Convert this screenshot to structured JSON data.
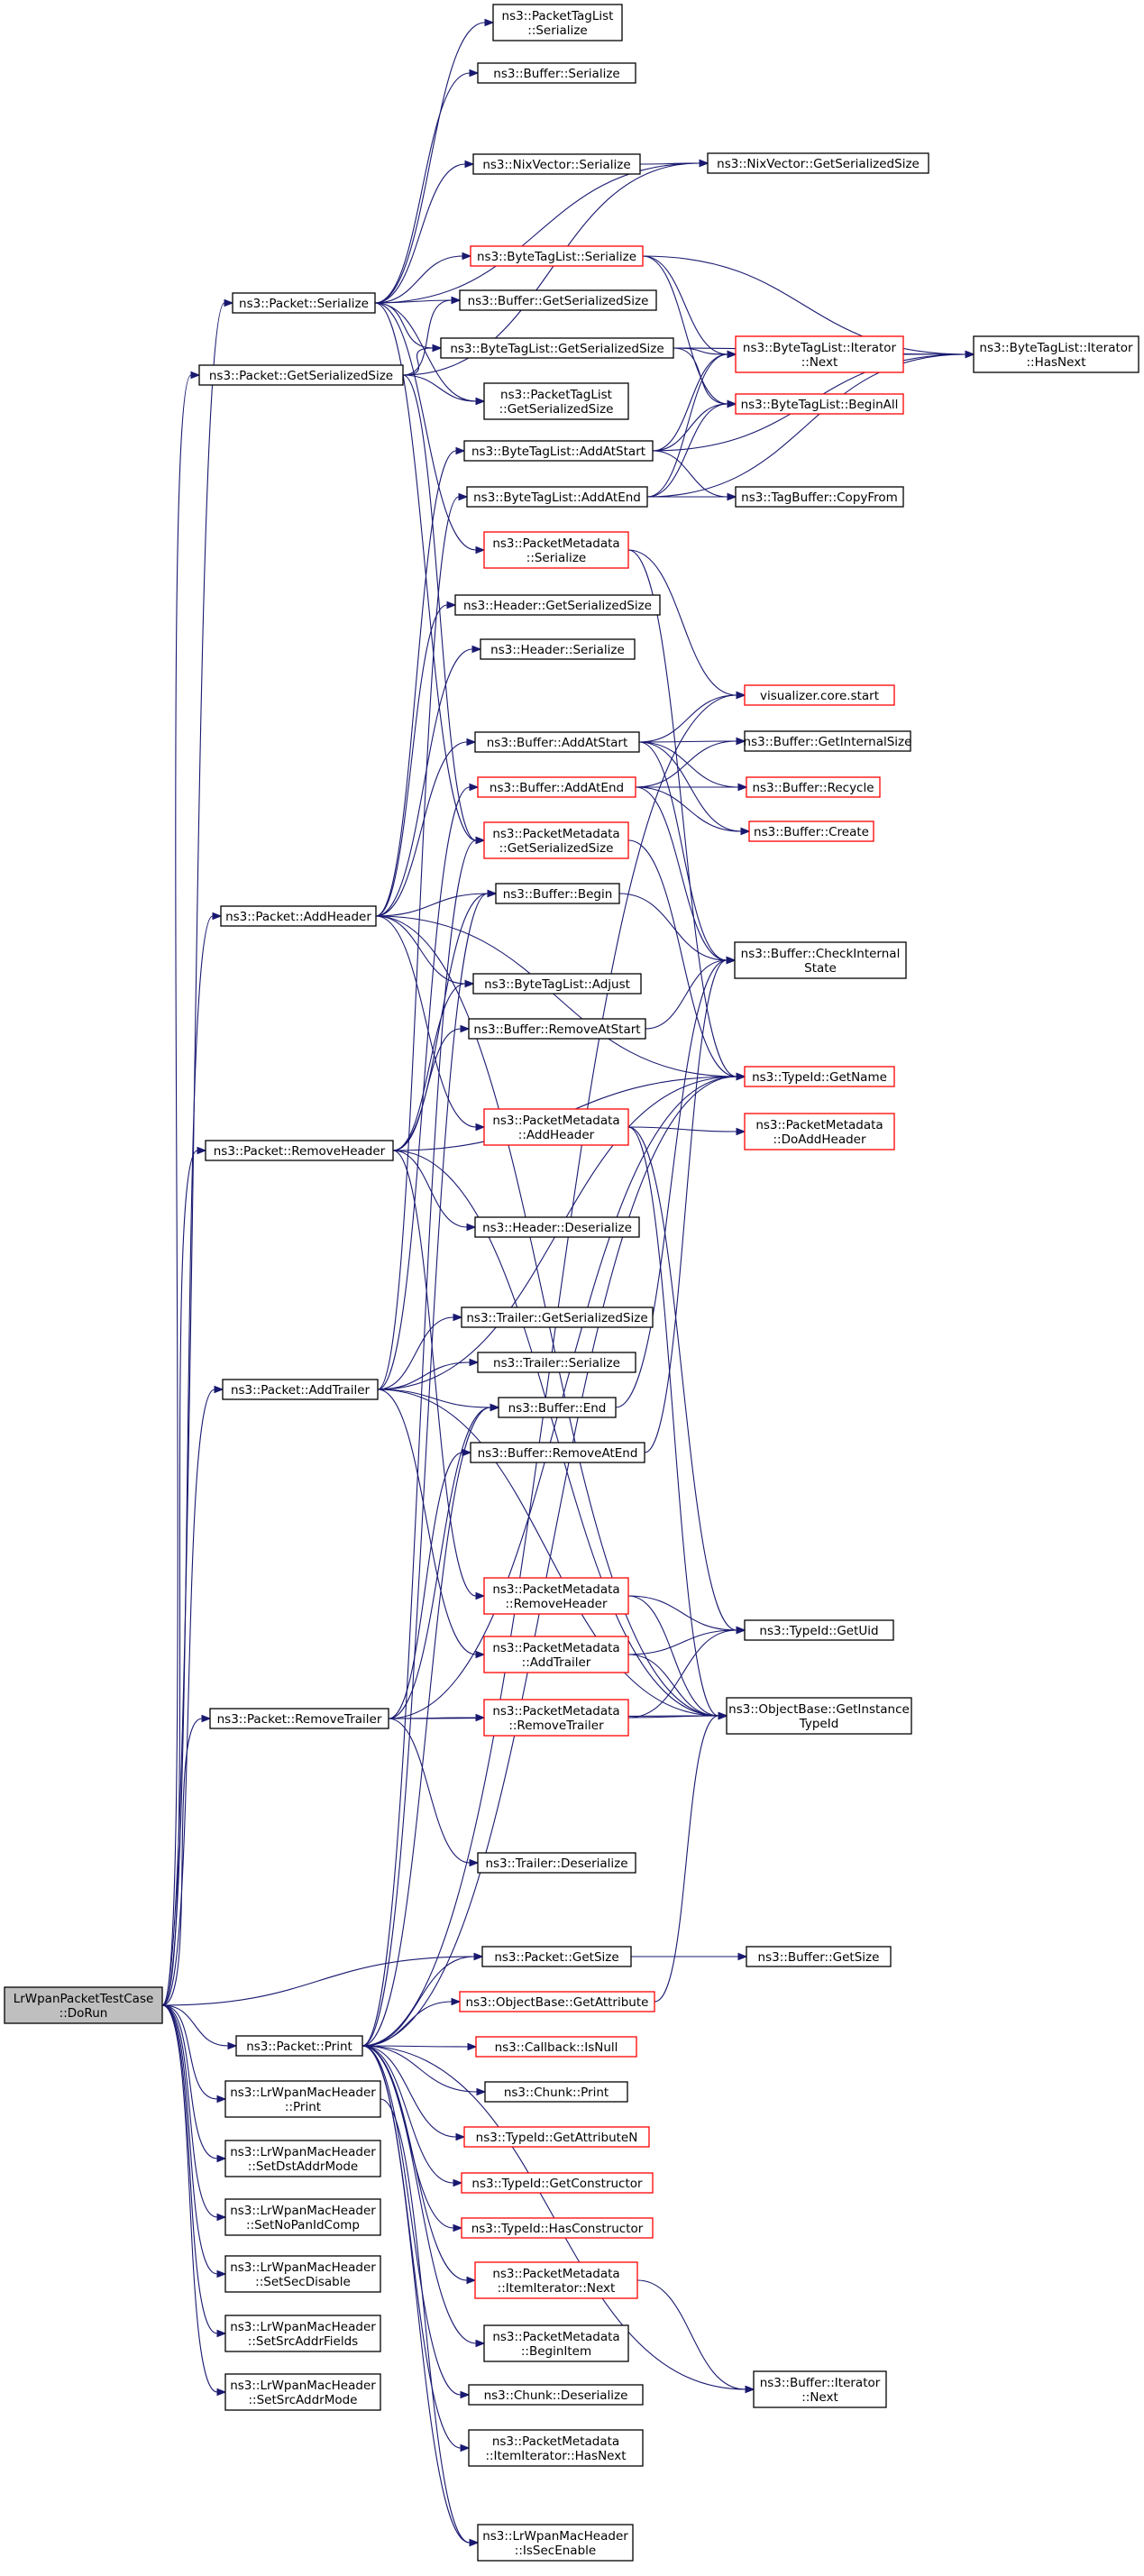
{
  "colors": {
    "edge": "#191970",
    "border_normal": "#000000",
    "border_truncated": "#ff0000",
    "root_fill": "#bfbfbf",
    "node_fill": "#ffffff"
  },
  "nodes": [
    {
      "id": "root",
      "lines": [
        "LrWpanPacketTestCase",
        "::DoRun"
      ],
      "root": true
    },
    {
      "id": "pkt_serialize",
      "lines": [
        "ns3::Packet::Serialize"
      ]
    },
    {
      "id": "pkt_getsersize",
      "lines": [
        "ns3::Packet::GetSerializedSize"
      ]
    },
    {
      "id": "pkt_addheader",
      "lines": [
        "ns3::Packet::AddHeader"
      ]
    },
    {
      "id": "pkt_removeheader",
      "lines": [
        "ns3::Packet::RemoveHeader"
      ]
    },
    {
      "id": "pkt_addtrailer",
      "lines": [
        "ns3::Packet::AddTrailer"
      ]
    },
    {
      "id": "pkt_removetrailer",
      "lines": [
        "ns3::Packet::RemoveTrailer"
      ]
    },
    {
      "id": "pkt_print",
      "lines": [
        "ns3::Packet::Print"
      ]
    },
    {
      "id": "mac_print",
      "lines": [
        "ns3::LrWpanMacHeader",
        "::Print"
      ]
    },
    {
      "id": "mac_setdst",
      "lines": [
        "ns3::LrWpanMacHeader",
        "::SetDstAddrMode"
      ]
    },
    {
      "id": "mac_setnopan",
      "lines": [
        "ns3::LrWpanMacHeader",
        "::SetNoPanIdComp"
      ]
    },
    {
      "id": "mac_setsecdis",
      "lines": [
        "ns3::LrWpanMacHeader",
        "::SetSecDisable"
      ]
    },
    {
      "id": "mac_setsrcfields",
      "lines": [
        "ns3::LrWpanMacHeader",
        "::SetSrcAddrFields"
      ]
    },
    {
      "id": "mac_setsrcmode",
      "lines": [
        "ns3::LrWpanMacHeader",
        "::SetSrcAddrMode"
      ]
    },
    {
      "id": "ptl_serialize",
      "lines": [
        "ns3::PacketTagList",
        "::Serialize"
      ]
    },
    {
      "id": "buf_serialize",
      "lines": [
        "ns3::Buffer::Serialize"
      ]
    },
    {
      "id": "nix_serialize",
      "lines": [
        "ns3::NixVector::Serialize"
      ]
    },
    {
      "id": "btl_serialize",
      "lines": [
        "ns3::ByteTagList::Serialize"
      ],
      "truncated": true
    },
    {
      "id": "buf_getsersize",
      "lines": [
        "ns3::Buffer::GetSerializedSize"
      ]
    },
    {
      "id": "btl_getsersize",
      "lines": [
        "ns3::ByteTagList::GetSerializedSize"
      ]
    },
    {
      "id": "ptl_getsersize",
      "lines": [
        "ns3::PacketTagList",
        "::GetSerializedSize"
      ]
    },
    {
      "id": "btl_addatstart",
      "lines": [
        "ns3::ByteTagList::AddAtStart"
      ]
    },
    {
      "id": "btl_addatend",
      "lines": [
        "ns3::ByteTagList::AddAtEnd"
      ]
    },
    {
      "id": "pm_serialize",
      "lines": [
        "ns3::PacketMetadata",
        "::Serialize"
      ],
      "truncated": true
    },
    {
      "id": "hdr_getsersize",
      "lines": [
        "ns3::Header::GetSerializedSize"
      ]
    },
    {
      "id": "hdr_serialize",
      "lines": [
        "ns3::Header::Serialize"
      ]
    },
    {
      "id": "buf_addatstart",
      "lines": [
        "ns3::Buffer::AddAtStart"
      ]
    },
    {
      "id": "buf_addatend",
      "lines": [
        "ns3::Buffer::AddAtEnd"
      ],
      "truncated": true
    },
    {
      "id": "pm_getsersize",
      "lines": [
        "ns3::PacketMetadata",
        "::GetSerializedSize"
      ],
      "truncated": true
    },
    {
      "id": "buf_begin",
      "lines": [
        "ns3::Buffer::Begin"
      ]
    },
    {
      "id": "btl_adjust",
      "lines": [
        "ns3::ByteTagList::Adjust"
      ]
    },
    {
      "id": "buf_removeatstart",
      "lines": [
        "ns3::Buffer::RemoveAtStart"
      ]
    },
    {
      "id": "pm_addheader",
      "lines": [
        "ns3::PacketMetadata",
        "::AddHeader"
      ],
      "truncated": true
    },
    {
      "id": "hdr_deserialize",
      "lines": [
        "ns3::Header::Deserialize"
      ]
    },
    {
      "id": "trl_getsersize",
      "lines": [
        "ns3::Trailer::GetSerializedSize"
      ]
    },
    {
      "id": "trl_serialize",
      "lines": [
        "ns3::Trailer::Serialize"
      ]
    },
    {
      "id": "buf_end",
      "lines": [
        "ns3::Buffer::End"
      ]
    },
    {
      "id": "buf_removeatend",
      "lines": [
        "ns3::Buffer::RemoveAtEnd"
      ]
    },
    {
      "id": "pm_removeheader",
      "lines": [
        "ns3::PacketMetadata",
        "::RemoveHeader"
      ],
      "truncated": true
    },
    {
      "id": "pm_addtrailer",
      "lines": [
        "ns3::PacketMetadata",
        "::AddTrailer"
      ],
      "truncated": true
    },
    {
      "id": "pm_removetrailer",
      "lines": [
        "ns3::PacketMetadata",
        "::RemoveTrailer"
      ],
      "truncated": true
    },
    {
      "id": "trl_deserialize",
      "lines": [
        "ns3::Trailer::Deserialize"
      ]
    },
    {
      "id": "pkt_getsize",
      "lines": [
        "ns3::Packet::GetSize"
      ]
    },
    {
      "id": "ob_getattribute",
      "lines": [
        "ns3::ObjectBase::GetAttribute"
      ],
      "truncated": true
    },
    {
      "id": "cb_isnull",
      "lines": [
        "ns3::Callback::IsNull"
      ],
      "truncated": true
    },
    {
      "id": "chunk_print",
      "lines": [
        "ns3::Chunk::Print"
      ]
    },
    {
      "id": "tid_getattrn",
      "lines": [
        "ns3::TypeId::GetAttributeN"
      ],
      "truncated": true
    },
    {
      "id": "tid_getctor",
      "lines": [
        "ns3::TypeId::GetConstructor"
      ],
      "truncated": true
    },
    {
      "id": "tid_hasctor",
      "lines": [
        "ns3::TypeId::HasConstructor"
      ],
      "truncated": true
    },
    {
      "id": "pm_itemit_next",
      "lines": [
        "ns3::PacketMetadata",
        "::ItemIterator::Next"
      ],
      "truncated": true
    },
    {
      "id": "pm_beginitem",
      "lines": [
        "ns3::PacketMetadata",
        "::BeginItem"
      ]
    },
    {
      "id": "chunk_deserialize",
      "lines": [
        "ns3::Chunk::Deserialize"
      ]
    },
    {
      "id": "pm_itemit_hasnext",
      "lines": [
        "ns3::PacketMetadata",
        "::ItemIterator::HasNext"
      ]
    },
    {
      "id": "mac_issecenable",
      "lines": [
        "ns3::LrWpanMacHeader",
        "::IsSecEnable"
      ]
    },
    {
      "id": "ptl_serialize2",
      "lines": [
        "ns3::NixVector::GetSerializedSize"
      ]
    },
    {
      "id": "btl_it_next",
      "lines": [
        "ns3::ByteTagList::Iterator",
        "::Next"
      ],
      "truncated": true
    },
    {
      "id": "btl_beginall",
      "lines": [
        "ns3::ByteTagList::BeginAll"
      ],
      "truncated": true
    },
    {
      "id": "tb_copyfrom",
      "lines": [
        "ns3::TagBuffer::CopyFrom"
      ]
    },
    {
      "id": "vis_start",
      "lines": [
        "visualizer.core.start"
      ],
      "truncated": true
    },
    {
      "id": "buf_getinternalsize",
      "lines": [
        "ns3::Buffer::GetInternalSize"
      ]
    },
    {
      "id": "buf_recycle",
      "lines": [
        "ns3::Buffer::Recycle"
      ],
      "truncated": true
    },
    {
      "id": "buf_create",
      "lines": [
        "ns3::Buffer::Create"
      ],
      "truncated": true
    },
    {
      "id": "buf_checkinternal",
      "lines": [
        "ns3::Buffer::CheckInternal",
        "State"
      ]
    },
    {
      "id": "tid_getname",
      "lines": [
        "ns3::TypeId::GetName"
      ],
      "truncated": true
    },
    {
      "id": "pm_doaddheader",
      "lines": [
        "ns3::PacketMetadata",
        "::DoAddHeader"
      ],
      "truncated": true
    },
    {
      "id": "tid_getuid",
      "lines": [
        "ns3::TypeId::GetUid"
      ]
    },
    {
      "id": "ob_getinstancetid",
      "lines": [
        "ns3::ObjectBase::GetInstance",
        "TypeId"
      ]
    },
    {
      "id": "buf_getsize",
      "lines": [
        "ns3::Buffer::GetSize"
      ]
    },
    {
      "id": "buf_it_next",
      "lines": [
        "ns3::Buffer::Iterator",
        "::Next"
      ]
    },
    {
      "id": "btl_it_hasnext",
      "lines": [
        "ns3::ByteTagList::Iterator",
        "::HasNext"
      ]
    }
  ]
}
